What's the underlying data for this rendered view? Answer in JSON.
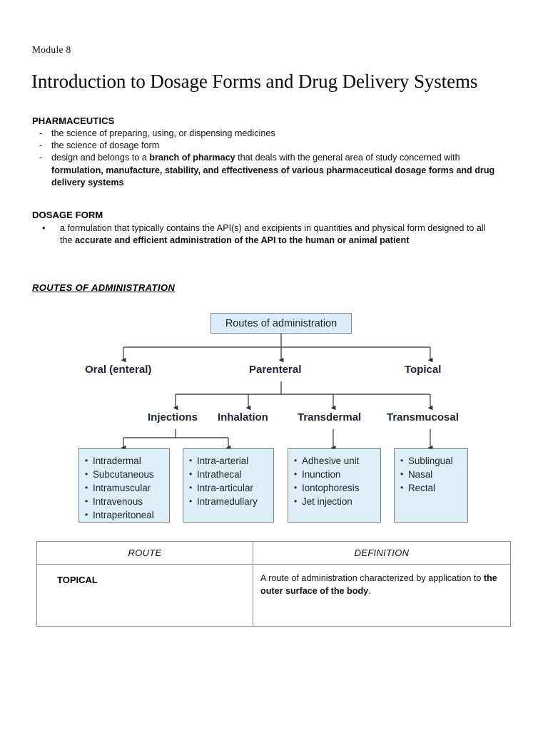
{
  "header": {
    "module_label": "Module 8",
    "title": "Introduction to Dosage Forms and Drug Delivery Systems"
  },
  "sections": {
    "pharmaceutics": {
      "heading": "PHARMACEUTICS",
      "items": [
        "the science of preparing, using, or dispensing medicines",
        "the science of dosage form"
      ],
      "item3_pre": "design and belongs to a ",
      "item3_bold1": "branch of pharmacy",
      "item3_mid": " that deals with the general area of study concerned with ",
      "item3_bold2": "formulation,  manufacture, stability, and effectiveness of various pharmaceutical dosage forms and drug delivery systems",
      "dash": "-"
    },
    "dosage_form": {
      "heading": "DOSAGE FORM",
      "bullet": "•",
      "text_pre": "a formulation that typically contains the API(s) and excipients in quantities and physical form designed to all the ",
      "text_bold": "accurate and efficient administration of the API to the human or animal patient"
    },
    "routes": {
      "heading": "ROUTES OF ADMINISTRATION"
    }
  },
  "diagram": {
    "root": "Routes of administration",
    "level2": [
      "Oral (enteral)",
      "Parenteral",
      "Topical"
    ],
    "level3": [
      "Injections",
      "Inhalation",
      "Transdermal",
      "Transmucosal"
    ],
    "leaf_boxes": [
      {
        "parent": "Injections",
        "items": [
          "Intradermal",
          "Subcutaneous",
          "Intramuscular",
          "Intravenous",
          "Intraperitoneal"
        ]
      },
      {
        "parent": "Injections",
        "items": [
          "Intra-arterial",
          "Intrathecal",
          "Intra-articular",
          "Intramedullary"
        ]
      },
      {
        "parent": "Transdermal",
        "items": [
          "Adhesive unit",
          "Inunction",
          "Iontophoresis",
          "Jet injection"
        ]
      },
      {
        "parent": "Transmucosal",
        "items": [
          "Sublingual",
          "Nasal",
          "Rectal"
        ]
      }
    ],
    "colors": {
      "box_fill": "#ddeef7",
      "box_border": "#71828c",
      "connector": "#3b3b3b"
    }
  },
  "table": {
    "headers": [
      "ROUTE",
      "DEFINITION"
    ],
    "rows": [
      {
        "route": "TOPICAL",
        "definition_pre": "A route of administration characterized by application to ",
        "definition_bold": "the outer surface of the body",
        "definition_post": "."
      }
    ]
  }
}
